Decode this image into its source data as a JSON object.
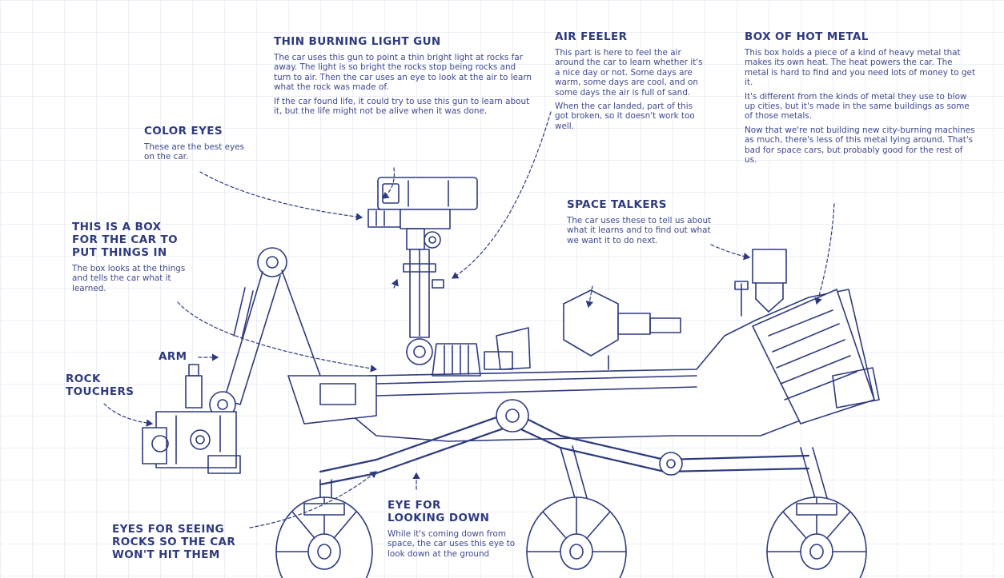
{
  "theme": {
    "ink": "#2e3a7e",
    "grid": "#eceff6",
    "background": "#ffffff"
  },
  "labels": {
    "laser": {
      "title": "THIN BURNING LIGHT GUN",
      "p1": "The car uses this gun to point a thin bright light at rocks far away. The light is so bright the rocks stop being rocks and turn to air. Then the car uses an eye to look at the air to learn what the rock was made of.",
      "p2": "If the car found life, it could try to use this gun to learn about it, but the life might not be alive when it was done."
    },
    "air_feeler": {
      "title": "AIR FEELER",
      "p1": "This part is here to feel the air around the car to learn whether it's a nice day or not. Some days are warm, some days are cool, and on some days the air is full of sand.",
      "p2": "When the car landed, part of this got broken, so it doesn't work too well."
    },
    "hot_metal": {
      "title": "BOX OF HOT METAL",
      "p1": "This box holds a piece of a kind of heavy metal that makes its own heat. The heat powers the car. The metal is hard to find and you need lots of money to get it.",
      "p2": "It's different from the kinds of metal they use to blow up cities, but it's made in the same buildings as some of those metals.",
      "p3": "Now that we're not building new city-burning machines as much, there's less of this metal lying around. That's bad for space cars, but probably good for the rest of us."
    },
    "color_eyes": {
      "title": "COLOR EYES",
      "p1": "These are the best eyes on the car."
    },
    "box": {
      "title": "THIS IS A BOX\nFOR THE CAR TO\nPUT THINGS IN",
      "p1": "The box looks at the things and tells the car what it learned."
    },
    "space_talkers": {
      "title": "SPACE TALKERS",
      "p1": "The car uses these to tell us about what it learns and to find out what we want it to do next."
    },
    "arm": {
      "title": "ARM"
    },
    "rock_touchers": {
      "title": "ROCK\nTOUCHERS"
    },
    "eyes_rocks": {
      "title": "EYES FOR SEEING\nROCKS SO THE CAR\nWON'T HIT THEM"
    },
    "eye_down": {
      "title": "EYE FOR\nLOOKING DOWN",
      "p1": "While it's coming down from space, the car uses this eye to look down at the ground"
    }
  }
}
